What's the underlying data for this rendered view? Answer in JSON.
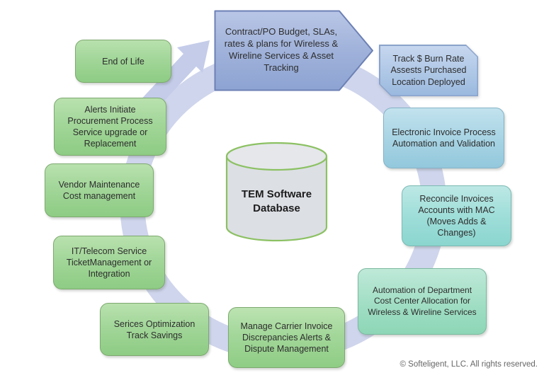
{
  "diagram": {
    "type": "cycle",
    "direction": "clockwise",
    "ring_color": "#cfd5ec",
    "arrow_color": "#c4cce9"
  },
  "center": {
    "label": "TEM Software Database",
    "shape": "database-cylinder",
    "fill": "#dcdfe4",
    "border": "#8cc163"
  },
  "cycle": {
    "nodes": [
      {
        "label": "Contract/PO Budget, SLAs, rates & plans for Wireless & Wireline Services & Asset Tracking",
        "shape": "arrow-pentagon",
        "fill": "#a3b7dd"
      },
      {
        "label": "Track $ Burn Rate Assests Purchased Location Deployed",
        "shape": "snip-corner-rect",
        "fill": "#aec7e6"
      },
      {
        "label": "Electronic Invoice Process Automation and Validation",
        "shape": "rounded-rect",
        "fill": "#a8d4e4"
      },
      {
        "label": "Reconcile Invoices Accounts with MAC (Moves Adds & Changes)",
        "shape": "rounded-rect",
        "fill": "#9fded9"
      },
      {
        "label": "Automation of Department Cost Center Allocation for Wireless & Wireline Services",
        "shape": "rounded-rect",
        "fill": "#a3dfc6"
      },
      {
        "label": "Manage Carrier  Invoice Discrepancies Alerts & Dispute Management",
        "shape": "rounded-rect",
        "fill": "#a2d79e"
      },
      {
        "label": "Serices Optimization Track Savings",
        "shape": "rounded-rect",
        "fill": "#a2d699"
      },
      {
        "label": "IT/Telecom Service TicketManagement or Integration",
        "shape": "rounded-rect",
        "fill": "#a2d699"
      },
      {
        "label": "Vendor Maintenance Cost management",
        "shape": "rounded-rect",
        "fill": "#a2d699"
      },
      {
        "label": "Alerts Initiate Procurement Process Service upgrade or Replacement",
        "shape": "rounded-rect",
        "fill": "#a2d699"
      },
      {
        "label": "End of Life",
        "shape": "rounded-rect",
        "fill": "#a2d699"
      }
    ]
  },
  "footer": {
    "copyright": "© Softeligent, LLC. All rights reserved."
  }
}
